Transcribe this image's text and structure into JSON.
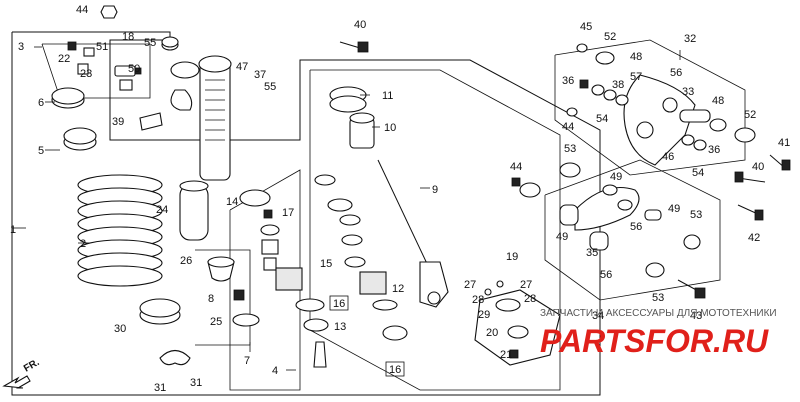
{
  "diagram": {
    "part_numbers": [
      "1",
      "2",
      "3",
      "4",
      "5",
      "6",
      "7",
      "8",
      "9",
      "10",
      "11",
      "12",
      "13",
      "14",
      "15",
      "16",
      "16",
      "17",
      "18",
      "19",
      "20",
      "21",
      "22",
      "23",
      "24",
      "25",
      "26",
      "27",
      "27",
      "28",
      "28",
      "29",
      "30",
      "31",
      "31",
      "32",
      "33",
      "34",
      "35",
      "36",
      "36",
      "37",
      "38",
      "39",
      "40",
      "40",
      "41",
      "42",
      "43",
      "44",
      "44",
      "44",
      "45",
      "46",
      "47",
      "48",
      "48",
      "49",
      "49",
      "49",
      "50",
      "51",
      "52",
      "52",
      "53",
      "53",
      "53",
      "54",
      "54",
      "55",
      "55",
      "56",
      "56",
      "56",
      "57"
    ],
    "direction_marker": "FR.",
    "watermark_text": "ЗАПЧАСТИ И АКСЕССУАРЫ ДЛЯ МОТОТЕХНИКИ",
    "watermark_logo": "PARTSFOR.RU"
  },
  "colors": {
    "ink": "#111111",
    "logo_red": "#e0201a",
    "watermark_gray": "#555555"
  }
}
